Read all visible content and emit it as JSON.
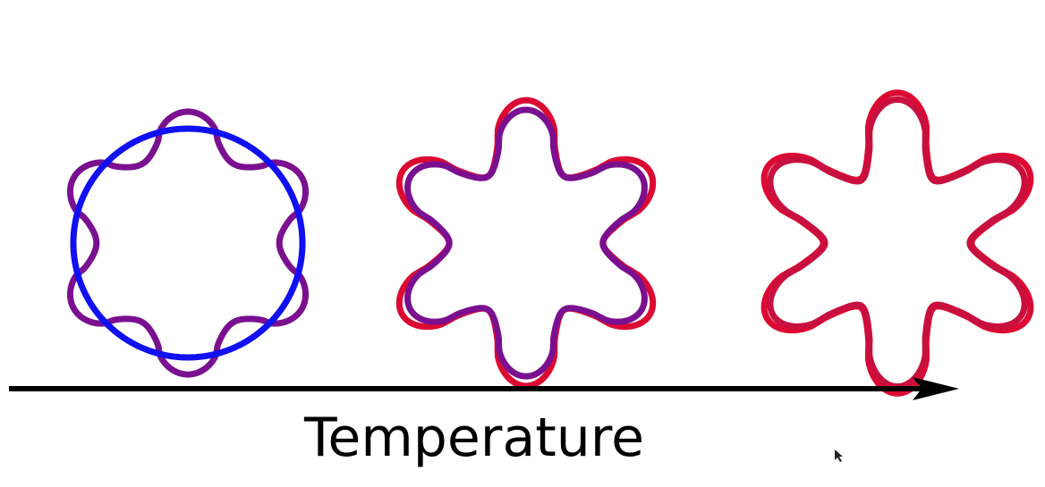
{
  "diagram": {
    "axis": {
      "label": "Temperature",
      "color": "#000000"
    },
    "colors": {
      "cold": "#1010f0",
      "mid": "#7a1090",
      "mid_warm": "#a0157a",
      "hot": "#dc0a32"
    },
    "stages": [
      {
        "name": "stage-1",
        "shapes": [
          {
            "form": "circle",
            "lobes": 6,
            "amplitude": 0,
            "color": "#1010f0"
          },
          {
            "form": "wavy-hexagon",
            "lobes": 6,
            "amplitude": 0.18,
            "color": "#7a1090"
          }
        ]
      },
      {
        "name": "stage-2",
        "shapes": [
          {
            "form": "star",
            "lobes": 6,
            "amplitude": 0.3,
            "color": "#dc0a32"
          },
          {
            "form": "star",
            "lobes": 6,
            "amplitude": 0.27,
            "color": "#7a1090"
          }
        ]
      },
      {
        "name": "stage-3",
        "shapes": [
          {
            "form": "star",
            "lobes": 6,
            "amplitude": 0.34,
            "color": "#dc0a32"
          },
          {
            "form": "star",
            "lobes": 6,
            "amplitude": 0.33,
            "color": "#c8103f"
          }
        ]
      }
    ]
  }
}
